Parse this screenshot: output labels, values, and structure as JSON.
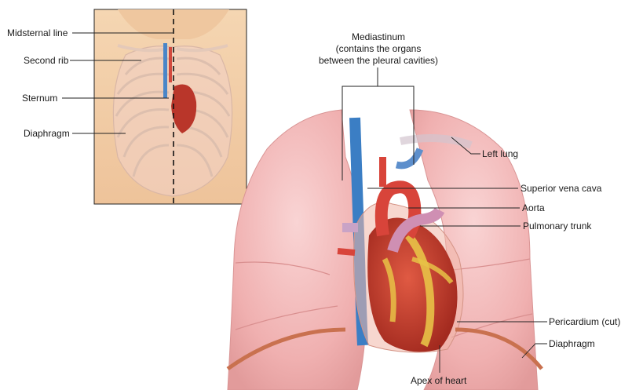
{
  "inset_labels": {
    "midsternal_line": "Midsternal line",
    "second_rib": "Second rib",
    "sternum": "Sternum",
    "diaphragm": "Diaphragm"
  },
  "main_labels": {
    "mediastinum_line1": "Mediastinum",
    "mediastinum_line2": "(contains the organs",
    "mediastinum_line3": "between the pleural cavities)",
    "left_lung": "Left lung",
    "superior_vena_cava": "Superior vena cava",
    "aorta": "Aorta",
    "pulmonary_trunk": "Pulmonary trunk",
    "pericardium": "Pericardium (cut)",
    "diaphragm": "Diaphragm",
    "apex_of_heart": "Apex of heart"
  },
  "colors": {
    "skin": "#f3cfa6",
    "lung": "#f0b3b3",
    "heart": "#c8412f",
    "fat": "#e8c247",
    "vein": "#3b7ec4",
    "artery": "#d8443a",
    "diaphragm_band": "#c9714f"
  }
}
